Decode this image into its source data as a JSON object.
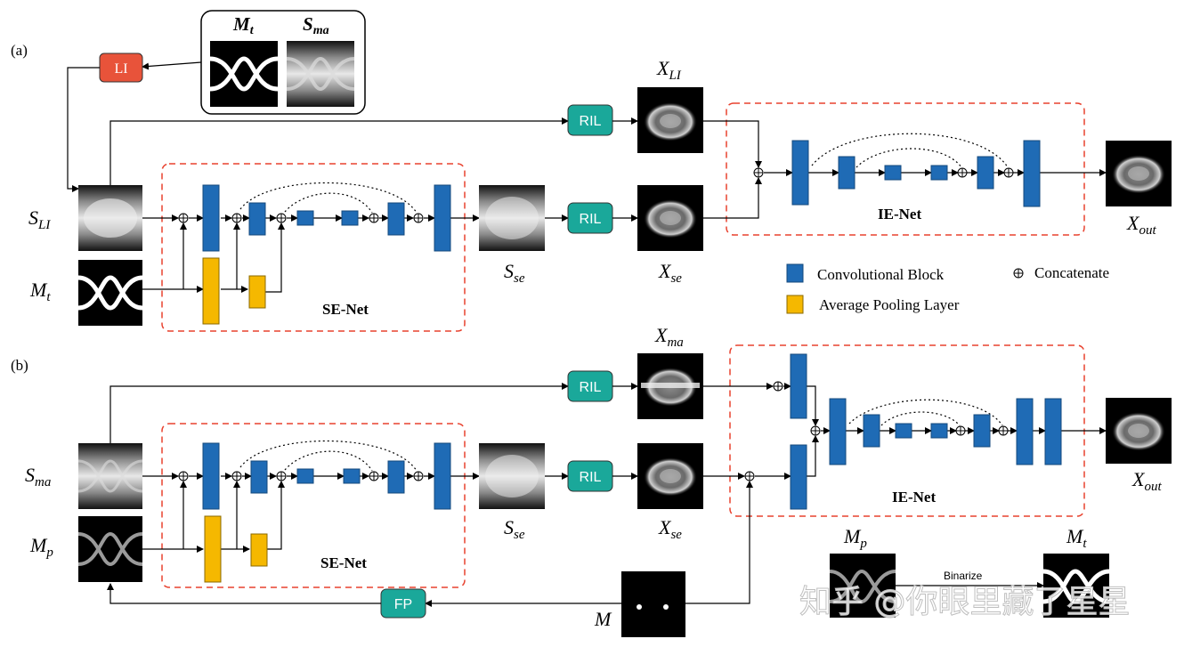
{
  "panels": {
    "a": {
      "label": "(a)",
      "inputs": {
        "s_main": "S",
        "s_sub": "LI",
        "m_main": "M",
        "m_sub": "t"
      },
      "li_box": "LI",
      "inset": {
        "m_main": "M",
        "m_sub": "t",
        "s_main": "S",
        "s_sub": "ma"
      },
      "ril_top": "RIL",
      "ril_bottom": "RIL",
      "x_top": {
        "main": "X",
        "sub": "LI"
      },
      "x_bottom": {
        "main": "X",
        "sub": "se"
      },
      "s_se": {
        "main": "S",
        "sub": "se"
      },
      "se_net": "SE-Net",
      "ie_net": "IE-Net",
      "x_out": {
        "main": "X",
        "sub": "out"
      }
    },
    "b": {
      "label": "(b)",
      "inputs": {
        "s_main": "S",
        "s_sub": "ma",
        "m_main": "M",
        "m_sub": "p"
      },
      "ril_top": "RIL",
      "ril_bottom": "RIL",
      "x_top": {
        "main": "X",
        "sub": "ma"
      },
      "x_bottom": {
        "main": "X",
        "sub": "se"
      },
      "s_se": {
        "main": "S",
        "sub": "se"
      },
      "se_net": "SE-Net",
      "ie_net": "IE-Net",
      "x_out": {
        "main": "X",
        "sub": "out"
      },
      "fp_box": "FP",
      "m_label": "M",
      "mp_label": {
        "main": "M",
        "sub": "p"
      },
      "mt_label": {
        "main": "M",
        "sub": "t"
      },
      "binarize": "Binarize"
    }
  },
  "legend": {
    "conv": "Convolutional Block",
    "concat": "Concatenate",
    "pool": "Average  Pooling Layer"
  },
  "watermark": "知乎 @你眼里藏了星星",
  "colors": {
    "conv_block": "#1f6bb5",
    "pool_block": "#f5b800",
    "li_box": "#e8533a",
    "ril_box": "#1aa89a",
    "dashed_box": "#e8422f"
  }
}
